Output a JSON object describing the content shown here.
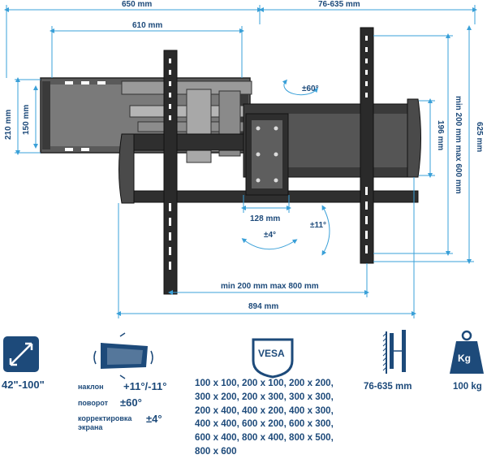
{
  "dimensions": {
    "top_left": "650 mm",
    "top_right": "76-635 mm",
    "inner_top": "610 mm",
    "left_outer": "210 mm",
    "left_inner": "150 mm",
    "right_inner": "196 mm",
    "right_max": "min 200 mm max 600 mm",
    "right_outer": "625 mm",
    "center_width": "128 mm",
    "rotate_label": "±60°",
    "tilt_label": "±11°",
    "swivel_label": "±4°",
    "bottom_inner": "min 200 mm max 800 mm",
    "bottom_outer": "894 mm"
  },
  "specs": {
    "screen_size": "42\"-100\"",
    "tilt_label": "наклон",
    "tilt_value": "+11°/-11°",
    "rotate_label": "поворот",
    "rotate_value": "±60°",
    "correction_label_1": "корректировка",
    "correction_label_2": "экрана",
    "correction_value": "±4°",
    "vesa_badge": "VESA",
    "vesa_sizes": [
      "100 x 100, 200 x 100, 200 x 200,",
      "300 x 200, 200 x 300, 300 x 300,",
      "200 x 400, 400 x 200, 400 x 300,",
      "400 x 400, 600 x 200, 600 x 300,",
      "600 x 400, 800 x 400, 800 x 500,",
      "800 x 600"
    ],
    "wall_distance": "76-635 mm",
    "weight_icon_label": "Kg",
    "max_weight": "100 kg"
  },
  "colors": {
    "accent": "#1d4a7a",
    "dimension_line": "#3aa0d8",
    "mount_dark": "#2b2b2b",
    "mount_mid": "#6b6b6b"
  }
}
